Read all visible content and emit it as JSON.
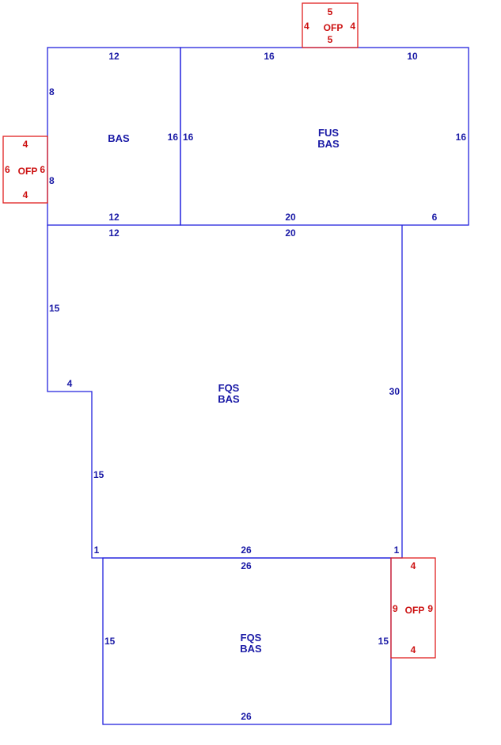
{
  "colors": {
    "living_line": "#2222dd",
    "living_text": "#1a1aa6",
    "porch_line": "#e02020",
    "porch_text": "#cc1111"
  },
  "areas": {
    "bas_left": {
      "code": "BAS"
    },
    "fus_bas": {
      "code1": "FUS",
      "code2": "BAS"
    },
    "fqs_mid": {
      "code1": "FQS",
      "code2": "BAS"
    },
    "fqs_bottom": {
      "code1": "FQS",
      "code2": "BAS"
    },
    "ofp_top": {
      "code": "OFP"
    },
    "ofp_left": {
      "code": "OFP"
    },
    "ofp_right": {
      "code": "OFP"
    }
  },
  "dims": {
    "bas_left": {
      "top": "12",
      "left_upper": "8",
      "left_lower": "8",
      "right": "16",
      "bottom": "12"
    },
    "fus_bas": {
      "top_left": "16",
      "top_right": "10",
      "left": "16",
      "right": "16",
      "bottom_left": "20",
      "bottom_right": "6"
    },
    "fqs_mid": {
      "top_left": "12",
      "top_right": "20",
      "left_upper": "15",
      "notch": "4",
      "left_lower": "15",
      "right": "30",
      "bottom_left": "1",
      "bottom": "26",
      "bottom_right": "1"
    },
    "fqs_bottom": {
      "top": "26",
      "left": "15",
      "right": "15",
      "bottom": "26"
    },
    "ofp_top": {
      "top": "5",
      "left": "4",
      "right": "4",
      "bottom": "5"
    },
    "ofp_left": {
      "top": "4",
      "left": "6",
      "right": "6",
      "bottom": "4"
    },
    "ofp_right": {
      "top": "4",
      "left": "9",
      "right": "9",
      "bottom": "4"
    }
  }
}
